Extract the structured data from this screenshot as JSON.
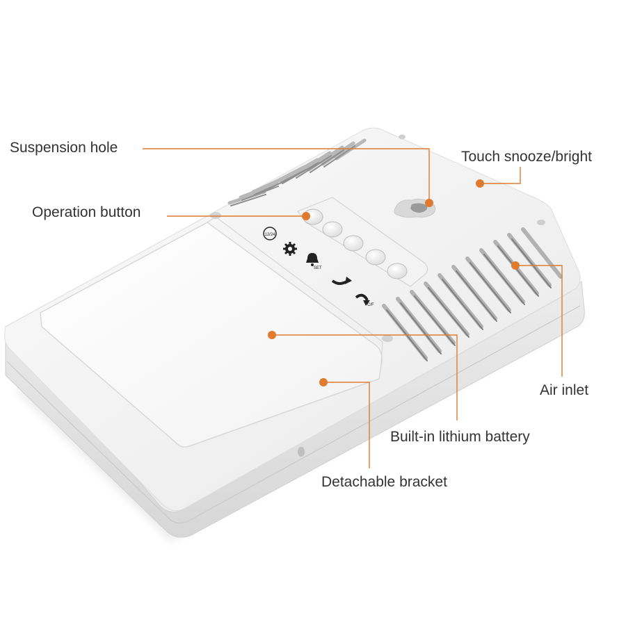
{
  "accent_color": "#e07a2e",
  "callouts": {
    "suspension_hole": "Suspension hole",
    "touch_snooze": "Touch snooze/bright",
    "operation_button": "Operation button",
    "air_inlet": "Air inlet",
    "battery": "Built-in lithium battery",
    "bracket": "Detachable bracket"
  },
  "button_icons": [
    "12/24",
    "gear",
    "bell-set",
    "up-arrow",
    "down-arrow-c/f"
  ],
  "button_icon_texts": {
    "hour_mode": "12/24",
    "set": "SET",
    "cf": "C/F"
  }
}
